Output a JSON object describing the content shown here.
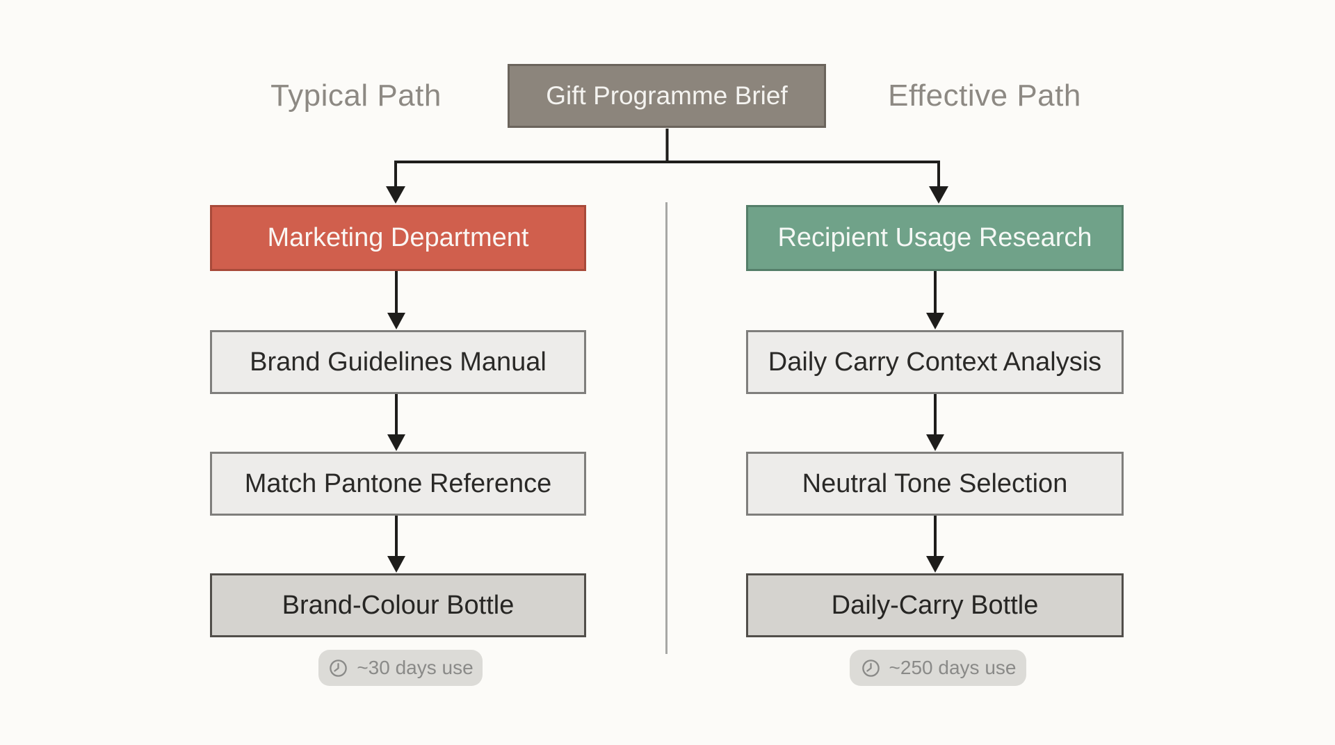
{
  "colors": {
    "background": "#fcfbf8",
    "root-fill": "#8c857c",
    "root-border": "#6b645c",
    "typical-accent": "#d05f4d",
    "typical-accent-border": "#a84a3a",
    "effective-accent": "#70a289",
    "effective-accent-border": "#547e69",
    "step-fill": "#edecea",
    "step-border": "#7f7e7c",
    "result-fill": "#d5d3cf",
    "result-border": "#514e4a",
    "badge-fill": "#dcdbd7",
    "badge-text": "#8a8a88",
    "header-text": "#8d8983",
    "line": "#1e1d1b",
    "divider": "#a7a7a5"
  },
  "diagram": {
    "root_label": "Gift Programme Brief",
    "typical": {
      "header": "Typical Path",
      "nodes": [
        {
          "label": "Marketing Department"
        },
        {
          "label": "Brand Guidelines Manual"
        },
        {
          "label": "Match Pantone Reference"
        },
        {
          "label": "Brand-Colour Bottle"
        }
      ],
      "badge": "~30 days use",
      "badge_icon": "clock-icon"
    },
    "effective": {
      "header": "Effective Path",
      "nodes": [
        {
          "label": "Recipient Usage Research"
        },
        {
          "label": "Daily Carry Context Analysis"
        },
        {
          "label": "Neutral Tone Selection"
        },
        {
          "label": "Daily-Carry Bottle"
        }
      ],
      "badge": "~250 days use",
      "badge_icon": "clock-icon"
    }
  }
}
